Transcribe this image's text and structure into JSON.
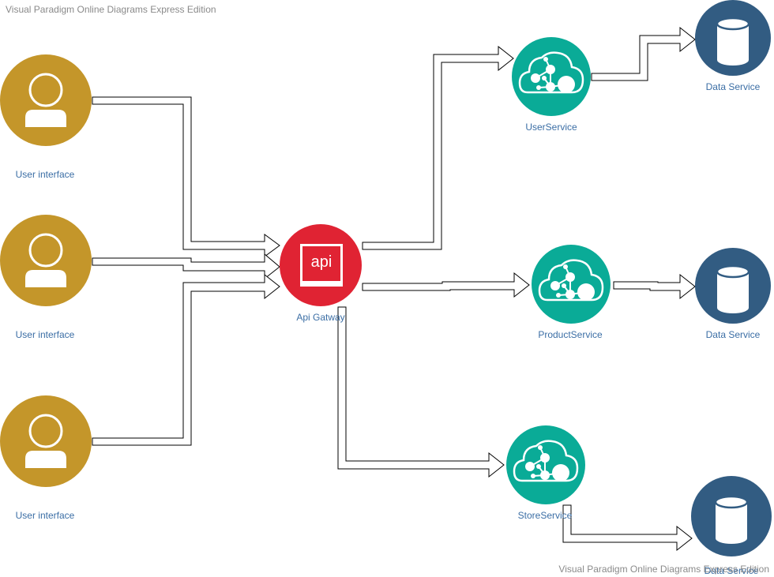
{
  "watermark_top": "Visual Paradigm Online Diagrams Express Edition",
  "watermark_bottom": "Visual Paradigm Online Diagrams Express Edition",
  "colors": {
    "user": "#c4962a",
    "gateway": "#e02333",
    "service": "#0aab97",
    "data": "#325c82",
    "label": "#3b6ea5",
    "watermark": "#8a8a8a"
  },
  "nodes": {
    "user1": {
      "label": "User interface",
      "icon": "user-icon"
    },
    "user2": {
      "label": "User interface",
      "icon": "user-icon"
    },
    "user3": {
      "label": "User interface",
      "icon": "user-icon"
    },
    "gateway": {
      "label": "Api Gatway",
      "icon": "api-icon",
      "icon_text": "api"
    },
    "user_service": {
      "label": "UserService",
      "icon": "cloud-network-icon"
    },
    "product_service": {
      "label": "ProductService",
      "icon": "cloud-network-icon"
    },
    "store_service": {
      "label": "StoreService",
      "icon": "cloud-network-icon"
    },
    "data1": {
      "label": "Data Service",
      "icon": "database-icon"
    },
    "data2": {
      "label": "Data Service",
      "icon": "database-icon"
    },
    "data3": {
      "label": "Data Service",
      "icon": "database-icon"
    }
  },
  "connections": [
    {
      "from": "user1",
      "to": "gateway"
    },
    {
      "from": "user2",
      "to": "gateway"
    },
    {
      "from": "user3",
      "to": "gateway"
    },
    {
      "from": "gateway",
      "to": "user_service"
    },
    {
      "from": "gateway",
      "to": "product_service"
    },
    {
      "from": "gateway",
      "to": "store_service"
    },
    {
      "from": "user_service",
      "to": "data1"
    },
    {
      "from": "product_service",
      "to": "data2"
    },
    {
      "from": "store_service",
      "to": "data3"
    }
  ]
}
